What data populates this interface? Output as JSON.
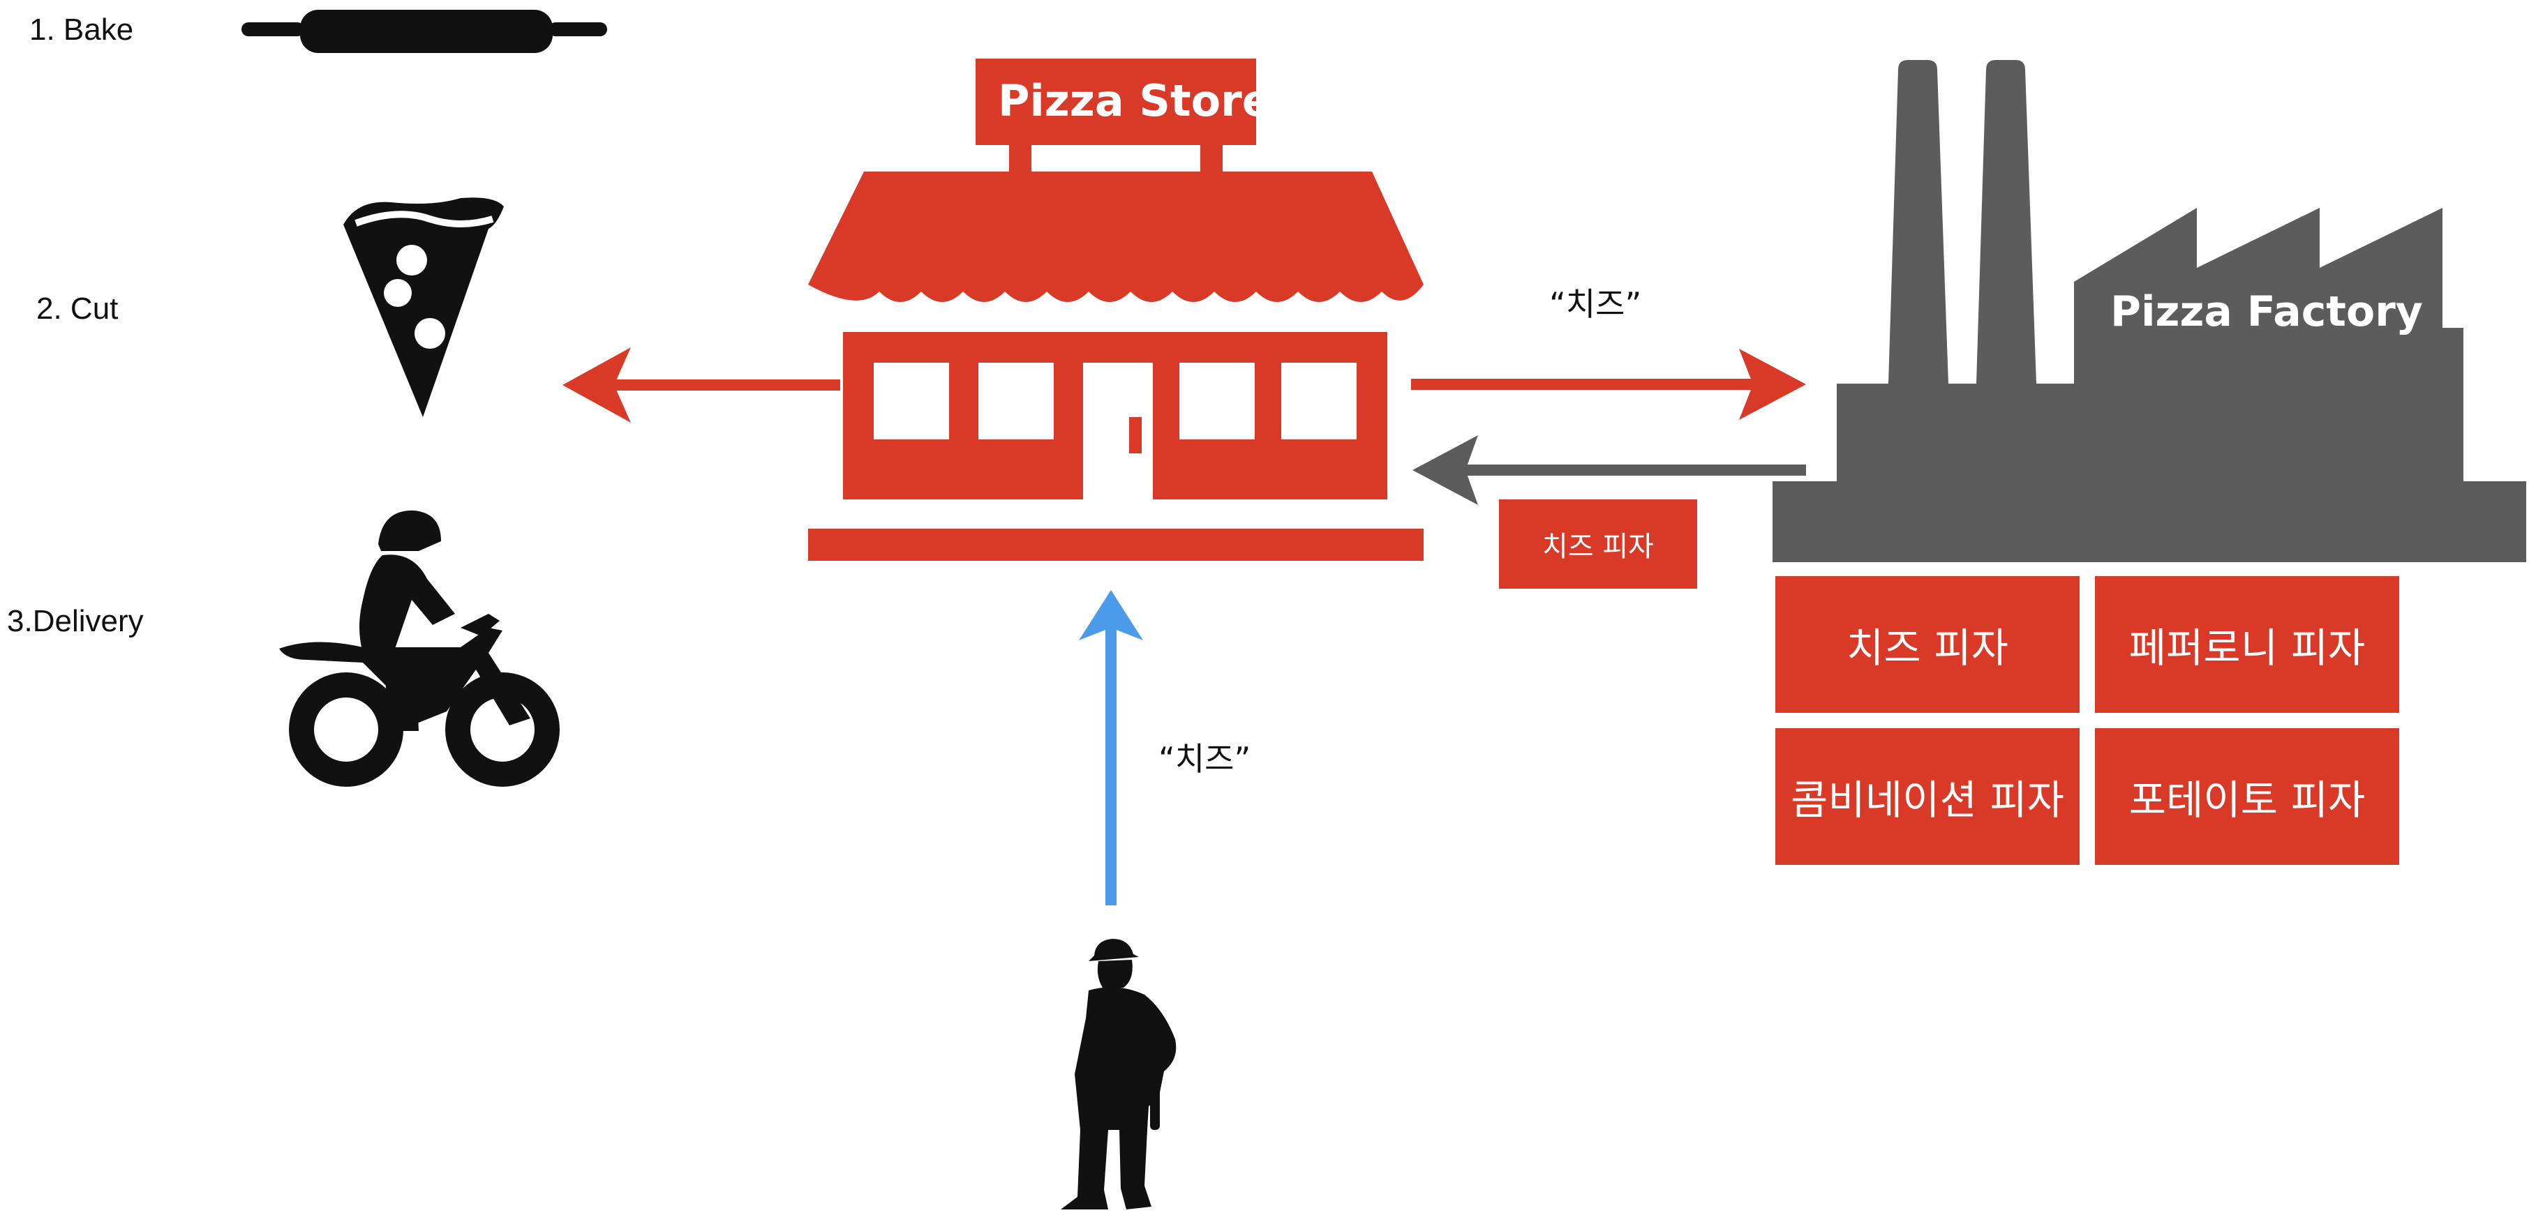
{
  "steps": {
    "bake": "1. Bake",
    "cut": "2. Cut",
    "delivery": "3.Delivery"
  },
  "store": {
    "sign": "Pizza Store"
  },
  "factory": {
    "label": "Pizza Factory"
  },
  "request_order": "“치즈”",
  "customer_order": "“치즈”",
  "returned_pizza": "치즈 피자",
  "menu": [
    "치즈 피자",
    "페퍼로니 피자",
    "콤비네이션 피자",
    "포테이토 피자"
  ],
  "colors": {
    "store_red": "#D93A28",
    "factory_gray": "#5C5C5C",
    "customer_arrow_blue": "#4B9BE8",
    "icon_black": "#111111"
  },
  "icons": [
    "rolling-pin-icon",
    "pizza-slice-icon",
    "motorcycle-rider-icon",
    "worker-silhouette-icon",
    "store-icon",
    "factory-icon"
  ]
}
